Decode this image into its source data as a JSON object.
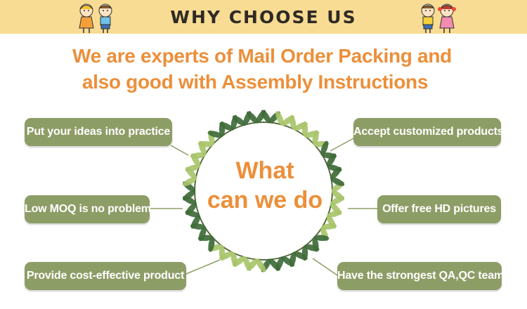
{
  "banner": {
    "title": "WHY CHOOSE US"
  },
  "headline": {
    "line1": "We are experts of Mail Order Packing and",
    "line2": "also good with Assembly Instructions"
  },
  "center": {
    "line1": "What",
    "line2": "can we do"
  },
  "features": {
    "left": [
      "Put your ideas into practice",
      "Low MOQ is no problem",
      "Provide cost-effective product"
    ],
    "right": [
      "Accept customized products",
      "Offer free HD pictures",
      "Have the strongest QA,QC team"
    ]
  },
  "colors": {
    "banner": "#f9dc93",
    "accent_orange": "#ec8f3a",
    "pill_green": "#8d9d66",
    "leaf_dark": "#3f6b3a",
    "leaf_light": "#a8c46a"
  }
}
